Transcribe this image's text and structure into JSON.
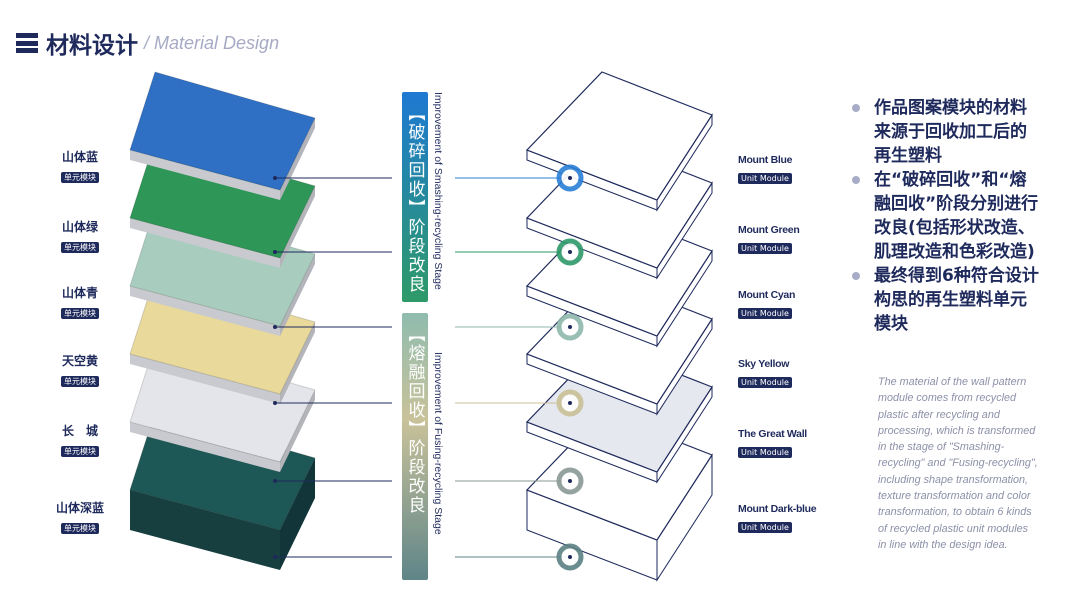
{
  "header": {
    "title_cn": "材料设计",
    "separator": "/",
    "title_en": "Material Design"
  },
  "left_labels": [
    {
      "name": "山体蓝",
      "badge": "单元模块"
    },
    {
      "name": "山体绿",
      "badge": "单元模块"
    },
    {
      "name": "山体青",
      "badge": "单元模块"
    },
    {
      "name": "天空黄",
      "badge": "单元模块"
    },
    {
      "name": "长　城",
      "badge": "单元模块"
    },
    {
      "name": "山体深蓝",
      "badge": "单元模块"
    }
  ],
  "right_labels": [
    {
      "name": "Mount Blue",
      "badge": "Unit Module"
    },
    {
      "name": "Mount Green",
      "badge": "Unit Module"
    },
    {
      "name": "Mount Cyan",
      "badge": "Unit Module"
    },
    {
      "name": "Sky Yellow",
      "badge": "Unit Module"
    },
    {
      "name": "The Great Wall",
      "badge": "Unit Module"
    },
    {
      "name": "Mount Dark-blue",
      "badge": "Unit Module"
    }
  ],
  "stages": [
    {
      "cn": "【破碎回收】阶段改良",
      "en": "Improvement of Smashing-recycling Stage"
    },
    {
      "cn": "【熔融回收】阶段改良",
      "en": "Improvement of Fusing-recycling Stage"
    }
  ],
  "bullets": [
    "作品图案模块的材料来源于回收加工后的再生塑料",
    "在“破碎回收”和“熔融回收”阶段分别进行改良(包括形状改造、肌理改造和色彩改造)",
    "最终得到6种符合设计构思的再生塑料单元模块"
  ],
  "description": "The material of the wall pattern module comes from recycled plastic after recycling and processing, which is transformed in the stage of \"Smashing-recycling\" and \"Fusing-recycling\", including shape transformation, texture transformation and color transformation, to obtain 6 kinds of recycled plastic unit modules in line with the design idea.",
  "colors": {
    "tiles": [
      "#2f6fc4",
      "#2e9656",
      "#a8cdbf",
      "#e9d99b",
      "#e4e5ea",
      "#1e5856"
    ],
    "rings": [
      "#2a7fd6",
      "#2e9a6a",
      "#8fb8ac",
      "#c9c196",
      "#8a9a96",
      "#5c8184"
    ]
  }
}
